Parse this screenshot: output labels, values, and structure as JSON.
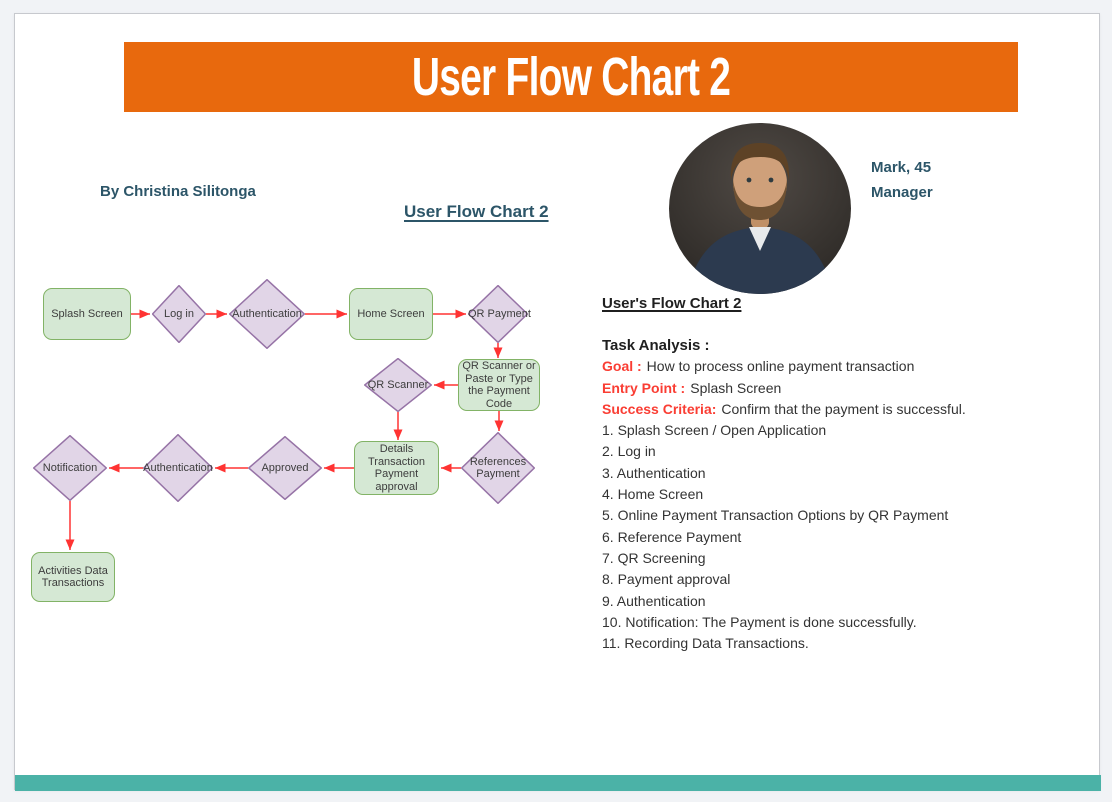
{
  "page": {
    "banner_title": "User Flow Chart 2",
    "author": "By Christina Silitonga",
    "chart_heading": "User Flow Chart 2"
  },
  "persona": {
    "name_age": "Mark, 45",
    "role": "Manager"
  },
  "flow": {
    "nodes": [
      {
        "id": "splash",
        "type": "process",
        "label": "Splash Screen"
      },
      {
        "id": "login",
        "type": "decision",
        "label": "Log in"
      },
      {
        "id": "auth1",
        "type": "decision",
        "label": "Authentication"
      },
      {
        "id": "home",
        "type": "process",
        "label": "Home Screen"
      },
      {
        "id": "qrpay",
        "type": "decision",
        "label": "QR Payment"
      },
      {
        "id": "qrcode",
        "type": "process",
        "label": "QR Scanner or Paste or Type the Payment Code"
      },
      {
        "id": "qrscan",
        "type": "decision",
        "label": "QR Scanner"
      },
      {
        "id": "refpay",
        "type": "decision",
        "label": "References Payment"
      },
      {
        "id": "details",
        "type": "process",
        "label": "Details Transaction Payment approval"
      },
      {
        "id": "approved",
        "type": "decision",
        "label": "Approved"
      },
      {
        "id": "auth2",
        "type": "decision",
        "label": "Authentication"
      },
      {
        "id": "notif",
        "type": "decision",
        "label": "Notification"
      },
      {
        "id": "activities",
        "type": "process",
        "label": "Activities Data Transactions"
      }
    ],
    "edges": [
      {
        "from": "splash",
        "to": "login"
      },
      {
        "from": "login",
        "to": "auth1"
      },
      {
        "from": "auth1",
        "to": "home"
      },
      {
        "from": "home",
        "to": "qrpay"
      },
      {
        "from": "qrpay",
        "to": "qrcode"
      },
      {
        "from": "qrcode",
        "to": "qrscan"
      },
      {
        "from": "qrcode",
        "to": "refpay"
      },
      {
        "from": "qrscan",
        "to": "details"
      },
      {
        "from": "refpay",
        "to": "details"
      },
      {
        "from": "details",
        "to": "approved"
      },
      {
        "from": "approved",
        "to": "auth2"
      },
      {
        "from": "auth2",
        "to": "notif"
      },
      {
        "from": "notif",
        "to": "activities"
      }
    ]
  },
  "analysis": {
    "heading": "User's Flow Chart 2",
    "task_heading": "Task Analysis :",
    "fields": [
      {
        "label": "Goal :",
        "text": "How to process online payment transaction"
      },
      {
        "label": "Entry Point :",
        "text": "Splash Screen"
      },
      {
        "label": "Success Criteria:",
        "text": "Confirm that the payment is successful."
      }
    ],
    "steps": [
      "1. Splash Screen / Open Application",
      "2. Log in",
      "3. Authentication",
      "4. Home Screen",
      "5. Online Payment Transaction Options by QR Payment",
      "6. Reference Payment",
      "7. QR Screening",
      "8. Payment approval",
      "9. Authentication",
      "10. Notification: The Payment is done successfully.",
      "11. Recording Data Transactions."
    ]
  },
  "colors": {
    "orange": "#E8690D",
    "teal": "#4BB2A7",
    "ink-teal": "#2C5568",
    "red": "#FA3D33",
    "node-green": "#D5E8D4",
    "node-green-border": "#82B366",
    "node-purple": "#E1D5E7",
    "node-purple-border": "#9673A6",
    "arrow": "#FF3332"
  }
}
